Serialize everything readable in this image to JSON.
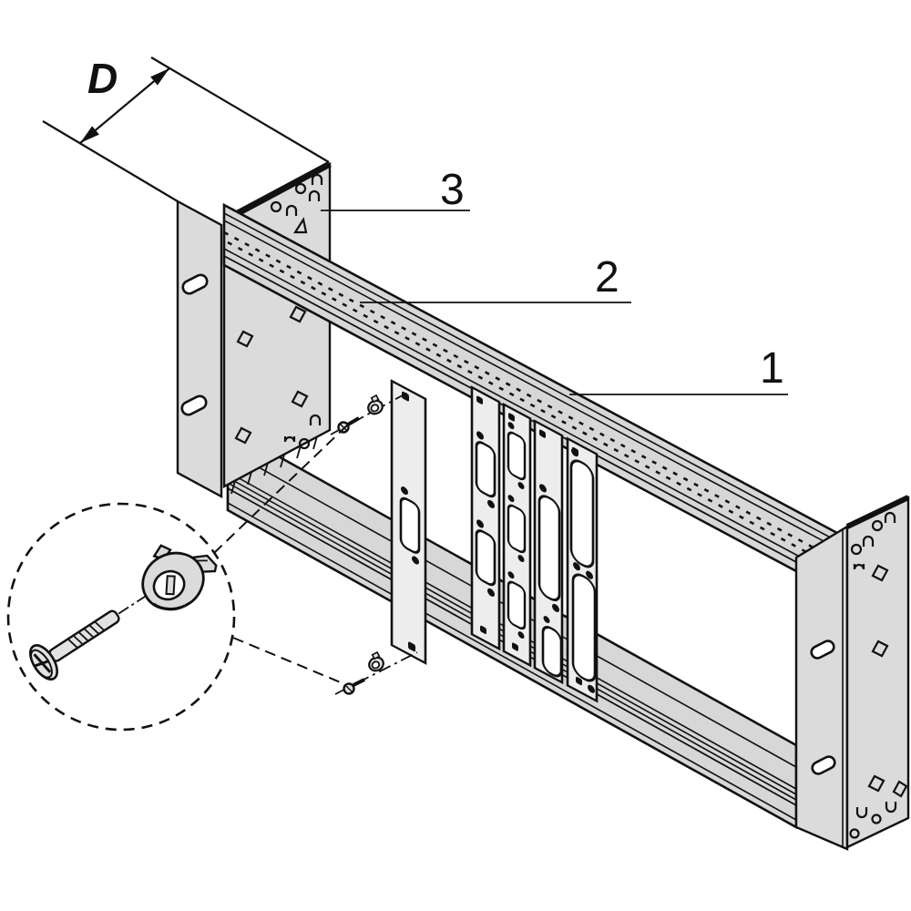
{
  "title": "Subrack frame assembly drawing",
  "dimension": {
    "label": "D"
  },
  "callouts": {
    "c1": "1",
    "c2": "2",
    "c3": "3"
  },
  "parts": {
    "callout_1_target": "horizontal-rail-assembly",
    "callout_2_target": "perforated-top-rail",
    "callout_3_target": "side-panel",
    "dimension_d_target": "side-panel-depth",
    "detail_view": "collar-screw-and-captive-nut"
  },
  "colors": {
    "line": "#111111",
    "fill_light": "#dbdbdb",
    "fill_rail": "#d7d7d7",
    "fill_panel": "#ededed",
    "fill_metal": "#e2e2e2",
    "background": "#ffffff"
  }
}
